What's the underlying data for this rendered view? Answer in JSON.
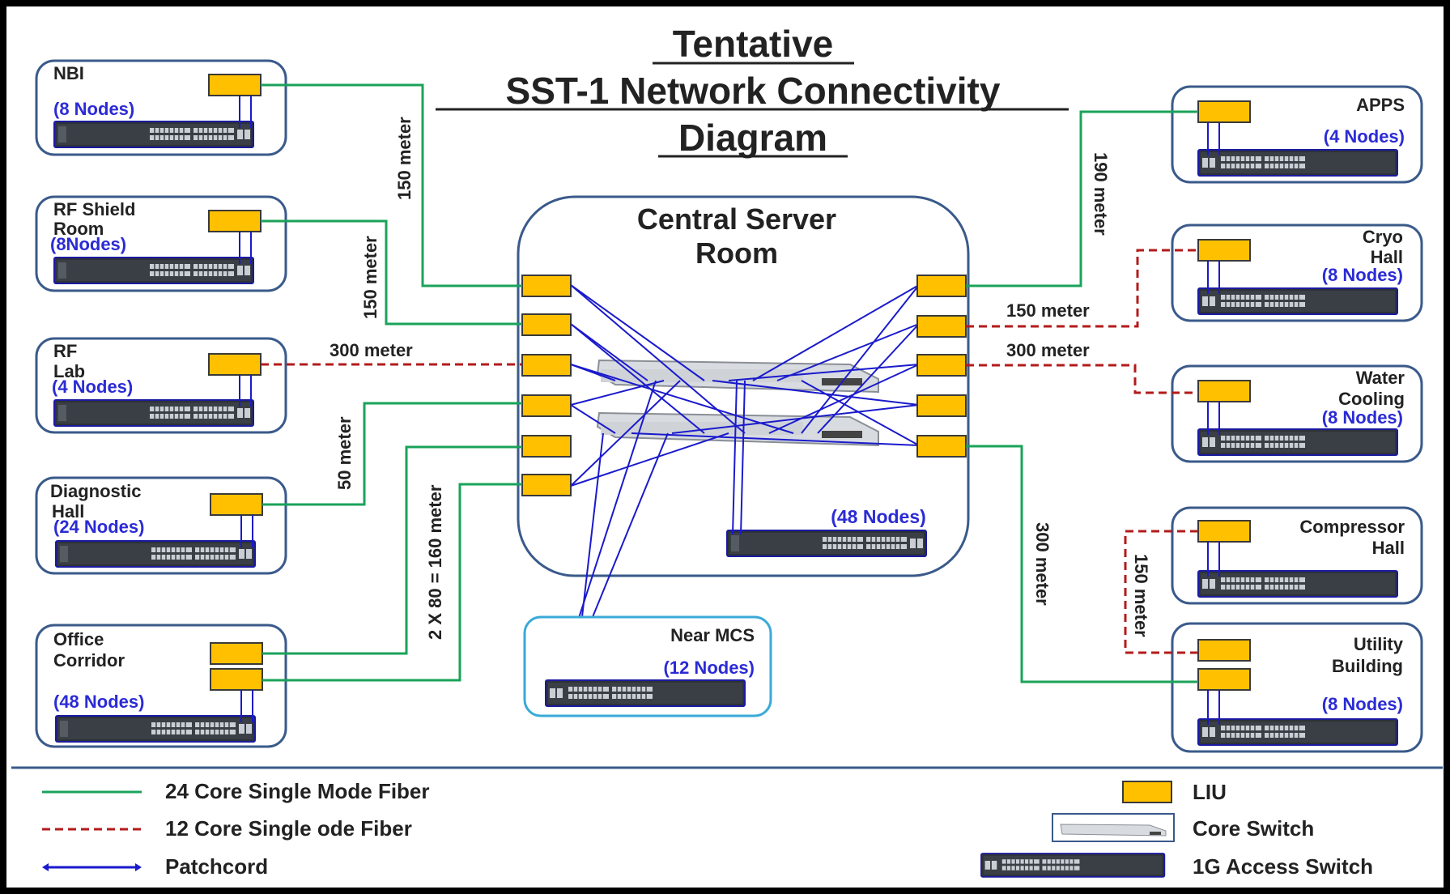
{
  "title": {
    "line1": "Tentative",
    "line2": "SST-1 Network Connectivity",
    "line3": "Diagram"
  },
  "central": {
    "line1": "Central Server",
    "line2": "Room",
    "nodes": "(48 Nodes)"
  },
  "sites": {
    "nbi": {
      "name1": "NBI",
      "name2": "",
      "nodes": "(8 Nodes)"
    },
    "rf_shield": {
      "name1": "RF Shield",
      "name2": "Room",
      "nodes": "(8Nodes)"
    },
    "rf_lab": {
      "name1": "RF",
      "name2": "Lab",
      "nodes": "(4 Nodes)"
    },
    "diagnostic": {
      "name1": "Diagnostic",
      "name2": "Hall",
      "nodes": "(24 Nodes)"
    },
    "office": {
      "name1": "Office",
      "name2": "Corridor",
      "nodes": "(48 Nodes)"
    },
    "apps": {
      "name1": "APPS",
      "name2": "",
      "name3": "",
      "nodes": "(4 Nodes)"
    },
    "cryo": {
      "name1": "Cryo",
      "name2": "Hall",
      "nodes": "(8 Nodes)"
    },
    "water": {
      "name1": "Water",
      "name2": "Cooling",
      "nodes": "(8 Nodes)"
    },
    "compressor": {
      "name1": "Compressor",
      "name2": "Hall",
      "nodes": ""
    },
    "utility": {
      "name1": "Utility",
      "name2": "Building",
      "nodes": "(8 Nodes)"
    },
    "near_mcs": {
      "name1": "Near MCS",
      "nodes": "(12 Nodes)"
    }
  },
  "distances": {
    "nbi": "150 meter",
    "rf_shield": "150 meter",
    "rf_lab": "300 meter",
    "diagnostic": "50 meter",
    "office": "2 X 80 = 160 meter",
    "apps": "190 meter",
    "cryo": "150 meter",
    "water": "300 meter",
    "utility": "300 meter",
    "compressor": "150 meter"
  },
  "legend": {
    "green": "24 Core Single Mode Fiber",
    "red": "12 Core Single ode Fiber",
    "blue": "Patchcord",
    "liu": "LIU",
    "core": "Core Switch",
    "access": "1G Access Switch"
  },
  "colors": {
    "green_fiber": "#1aa35a",
    "red_fiber": "#b31b1b",
    "patchcord": "#1a1acc",
    "liu_fill": "#ffc000",
    "box_border": "#3a5a8a",
    "near_mcs_border": "#3aaad8",
    "node_text": "#2b2bd6"
  }
}
